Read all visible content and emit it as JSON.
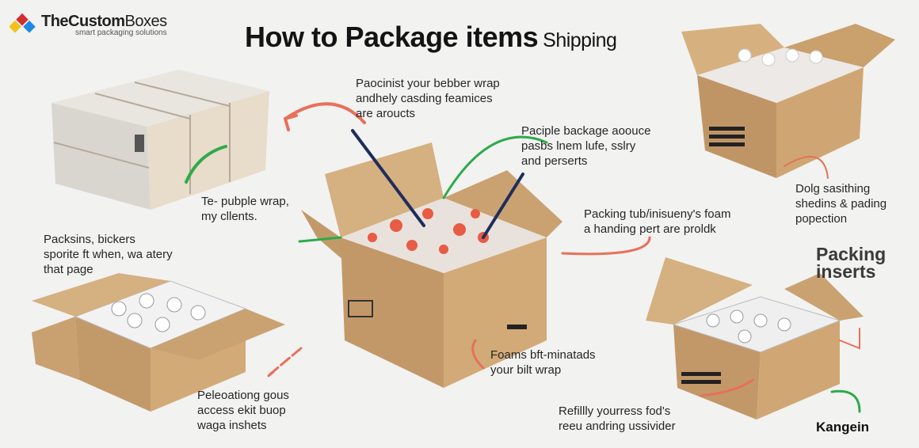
{
  "logo": {
    "name_bold": "TheCustom",
    "name_light": "Boxes",
    "tagline": "smart packaging solutions"
  },
  "title": {
    "main": "How to Package items",
    "sub": "Shipping"
  },
  "captions": [
    "Paocinist your bebber wrap\nandhely casding feamices\nare aroucts",
    "Paciple backage aoouce\npasbs lnem lufe, sslry\nand perserts",
    "Te- pubple wrap,\nmy cllents.",
    "Packsins, bickers\nsporite ft when, wa atery\nthat page",
    "Packing tub/inisueny's foam\na handing pert are proldk",
    "Dolg sasithing\nshedins & pading\npopection",
    "Foams bft-minatads\nyour bilt wrap",
    "Peleoationg gous\naccess ekit buop\nwaga inshets",
    "Refillly yourress fod's\nreeu andring ussivider"
  ],
  "packing_inserts": "Packing\ninserts",
  "brand_mark": "Kangein",
  "colors": {
    "background": "#f2f2f1",
    "cardboard": "#c9a270",
    "arrow_red": "#e8705a",
    "arrow_green": "#2eaa4a",
    "arrow_navy": "#1f2d5c"
  }
}
